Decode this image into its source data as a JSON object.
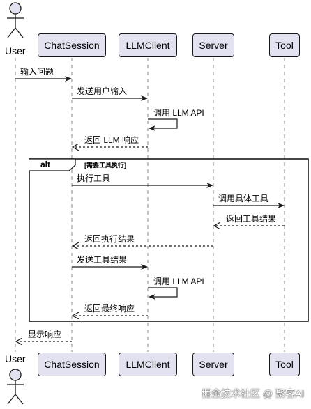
{
  "participants": [
    {
      "id": "user",
      "label": "User",
      "kind": "actor"
    },
    {
      "id": "chatsession",
      "label": "ChatSession",
      "kind": "box"
    },
    {
      "id": "llmclient",
      "label": "LLMClient",
      "kind": "box"
    },
    {
      "id": "server",
      "label": "Server",
      "kind": "box"
    },
    {
      "id": "tool",
      "label": "Tool",
      "kind": "box"
    }
  ],
  "messages": [
    {
      "id": "m1",
      "from": "user",
      "to": "chatsession",
      "label": "输入问题",
      "style": "solid"
    },
    {
      "id": "m2",
      "from": "chatsession",
      "to": "llmclient",
      "label": "发送用户输入",
      "style": "solid"
    },
    {
      "id": "m3",
      "from": "llmclient",
      "to": "llmclient",
      "label": "调用 LLM API",
      "style": "self"
    },
    {
      "id": "m4",
      "from": "llmclient",
      "to": "chatsession",
      "label": "返回 LLM 响应",
      "style": "dashed"
    },
    {
      "id": "m5",
      "from": "chatsession",
      "to": "server",
      "label": "执行工具",
      "style": "solid"
    },
    {
      "id": "m6",
      "from": "server",
      "to": "tool",
      "label": "调用具体工具",
      "style": "solid"
    },
    {
      "id": "m7",
      "from": "tool",
      "to": "server",
      "label": "返回工具结果",
      "style": "dashed"
    },
    {
      "id": "m8",
      "from": "server",
      "to": "chatsession",
      "label": "返回执行结果",
      "style": "dashed"
    },
    {
      "id": "m9",
      "from": "chatsession",
      "to": "llmclient",
      "label": "发送工具结果",
      "style": "solid"
    },
    {
      "id": "m10",
      "from": "llmclient",
      "to": "llmclient",
      "label": "调用 LLM API",
      "style": "self"
    },
    {
      "id": "m11",
      "from": "llmclient",
      "to": "chatsession",
      "label": "返回最终响应",
      "style": "dashed"
    },
    {
      "id": "m12",
      "from": "chatsession",
      "to": "user",
      "label": "显示响应",
      "style": "dashed"
    }
  ],
  "alt": {
    "keyword": "alt",
    "condition": "[需要工具执行]"
  },
  "watermark": "掘金技术社区 @ 聚客AI",
  "colors": {
    "box_fill": "#e2e2f0",
    "line": "#181818",
    "lifeline": "#888888"
  }
}
